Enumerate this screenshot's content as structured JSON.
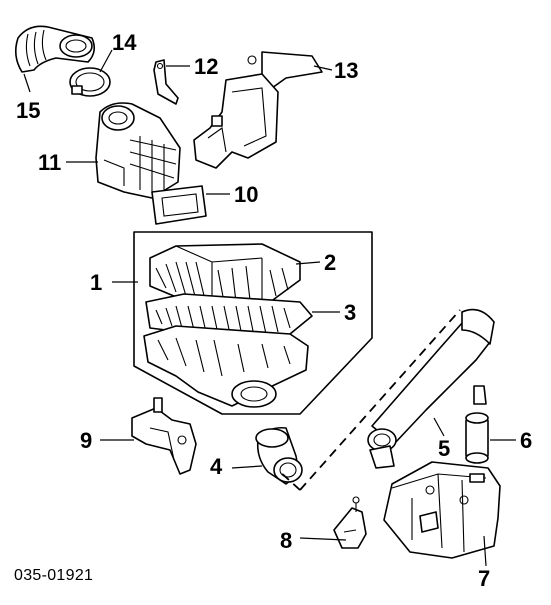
{
  "diagram": {
    "catalog_code": "035-01921",
    "callouts": [
      {
        "id": "c1",
        "label": "1"
      },
      {
        "id": "c2",
        "label": "2"
      },
      {
        "id": "c3",
        "label": "3"
      },
      {
        "id": "c4",
        "label": "4"
      },
      {
        "id": "c5",
        "label": "5"
      },
      {
        "id": "c6",
        "label": "6"
      },
      {
        "id": "c7",
        "label": "7"
      },
      {
        "id": "c8",
        "label": "8"
      },
      {
        "id": "c9",
        "label": "9"
      },
      {
        "id": "c10",
        "label": "10"
      },
      {
        "id": "c11",
        "label": "11"
      },
      {
        "id": "c12",
        "label": "12"
      },
      {
        "id": "c13",
        "label": "13"
      },
      {
        "id": "c14",
        "label": "14"
      },
      {
        "id": "c15",
        "label": "15"
      }
    ]
  }
}
